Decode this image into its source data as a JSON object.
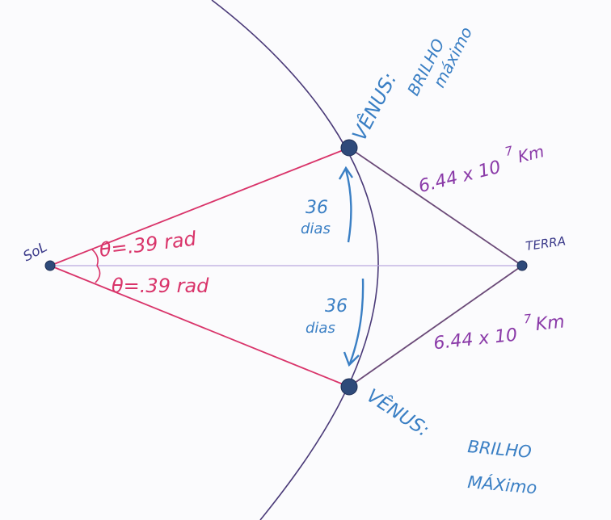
{
  "colors": {
    "paper": "#fbfbfd",
    "orbit": "#4a3a78",
    "sun_lines": "#d9346a",
    "earth_lines": "#6b4a78",
    "center_line": "#b9a8df",
    "angle_text": "#d9346a",
    "blue_text": "#3a7fc4",
    "purple_text": "#8a3aa8",
    "planet_fill": "#2e4a7a",
    "dark_label": "#3b3a8a"
  },
  "labels": {
    "sun": "SoL",
    "earth": "TERRA",
    "angle_top": "θ=.39 rad",
    "angle_bottom": "θ=.39 rad",
    "days_top_number": "36",
    "days_top_word": "dias",
    "days_bottom_number": "36",
    "days_bottom_word": "dias",
    "distance_top_value": "6.44 x 10",
    "distance_top_exp": "7",
    "distance_top_unit": "Km",
    "distance_bottom_value": "6.44 x 10",
    "distance_bottom_exp": "7",
    "distance_bottom_unit": "Km",
    "venus_top_name": "VÊNUS:",
    "venus_top_line1": "BRILHO",
    "venus_top_line2": "máximo",
    "venus_bottom_name": "VÊNUS:",
    "venus_bottom_line1": "BRILHO",
    "venus_bottom_line2": "MÁXimo"
  }
}
